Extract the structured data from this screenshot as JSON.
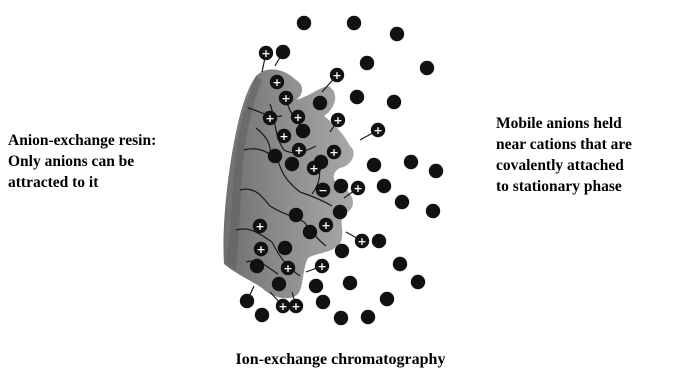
{
  "labels": {
    "resin": [
      "Anion-exchange resin:",
      "Only anions can be",
      "attracted to it"
    ],
    "mobile": [
      "Mobile anions held",
      "near cations that are",
      "covalently attached",
      "to stationary phase"
    ],
    "caption": "Ion-exchange chromatography"
  },
  "glyphs": {
    "cation": "+",
    "anion": "−"
  },
  "colors": {
    "resin_fill": "#8c8c8c",
    "resin_dark": "#6e6e6e",
    "ion": "#111111",
    "cation_text": "#ffffff"
  },
  "counts": {
    "bound_cations": 21,
    "mobile_anions": 39
  }
}
